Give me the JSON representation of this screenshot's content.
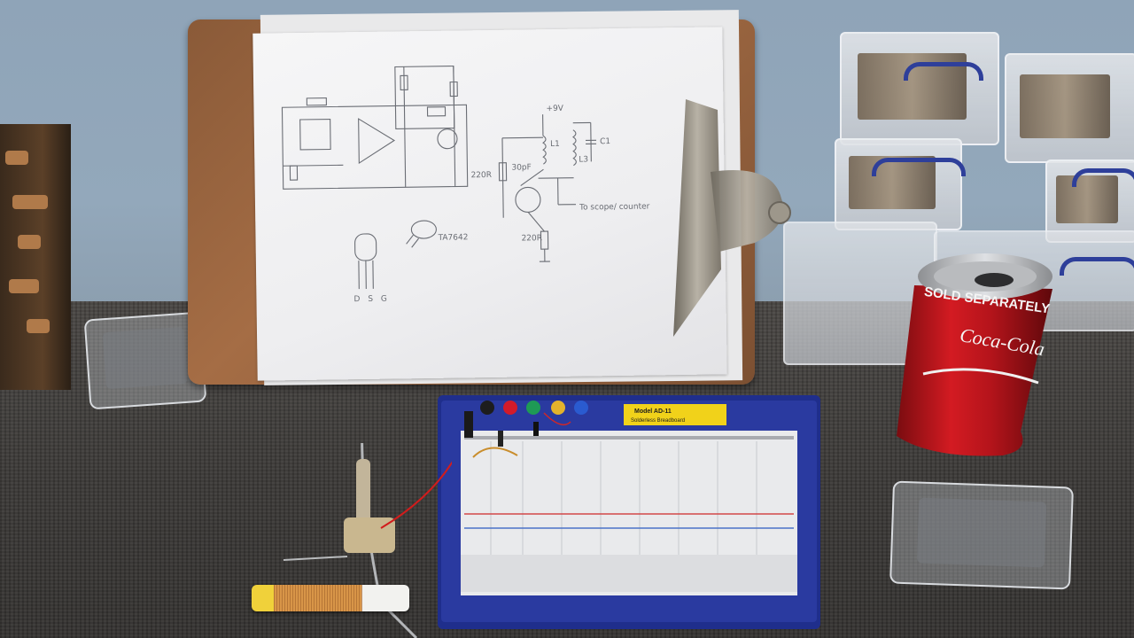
{
  "scene": {
    "description_labels": {
      "paper_note_1": "To scope/ counter",
      "paper_note_2": "TA7642",
      "pin_labels": "D S G",
      "voltage": "+9V",
      "res_1": "220R",
      "res_2": "220R",
      "cap": "C1",
      "ind_1": "L1",
      "ind_2": "L3",
      "cap_val": "30pF"
    },
    "can_text": "SOLD SEPARATELY",
    "can_brand": "Coca-Cola",
    "breadboard_label": "Model AD-11",
    "breadboard_sublabel": "Solderless Breadboard"
  },
  "colors": {
    "wall": "#8fa4b8",
    "bench": "#403d3a",
    "clipboard": "#9a6440",
    "can_red": "#c8161d",
    "board_blue": "#1f2e8c",
    "drawer_handle": "#2e3f9a"
  }
}
